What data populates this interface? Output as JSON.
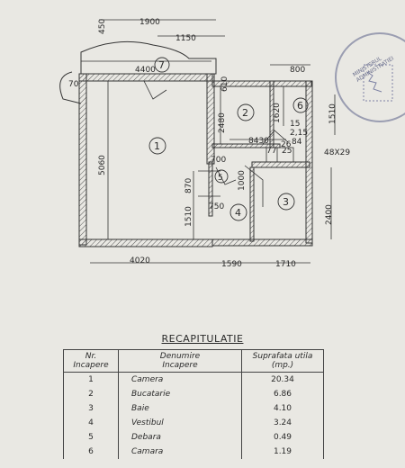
{
  "plan": {
    "dims": {
      "d1900": "1900",
      "d450": "450",
      "d1150": "1150",
      "d4400": "4400",
      "d610": "610",
      "d800": "800",
      "d70": "70",
      "d2480": "2480",
      "d1620": "1620",
      "d1510": "1510",
      "d8430": "8430",
      "d15": "15",
      "d2_15": "2,15",
      "d84": "84",
      "d25": "25",
      "d26": "26",
      "d77": "77",
      "d48x29": "48X29",
      "d700": "700",
      "d5060": "5060",
      "d870": "870",
      "d1000": "1000",
      "d750": "750",
      "d1510b": "1510",
      "d2400": "2400",
      "d4020": "4020",
      "d1590": "1590",
      "d1710": "1710"
    },
    "rooms": {
      "r1": "1",
      "r2": "2",
      "r3": "3",
      "r4": "4",
      "r5": "5",
      "r6": "6",
      "r7": "7"
    }
  },
  "recap": {
    "title": "RECAPITULATIE",
    "col_nr": "Nr.\nIncapere",
    "col_name": "Denumire\nIncapere",
    "col_area": "Suprafata utila\n(mp.)",
    "rows": [
      {
        "nr": "1",
        "name": "Camera",
        "area": "20.34"
      },
      {
        "nr": "2",
        "name": "Bucatarie",
        "area": "6.86"
      },
      {
        "nr": "3",
        "name": "Baie",
        "area": "4.10"
      },
      {
        "nr": "4",
        "name": "Vestibul",
        "area": "3.24"
      },
      {
        "nr": "5",
        "name": "Debara",
        "area": "0.49"
      },
      {
        "nr": "6",
        "name": "Camara",
        "area": "1.19"
      }
    ]
  },
  "stamp": {
    "text": "MINISTERUL ADMINISTRATIEI"
  }
}
